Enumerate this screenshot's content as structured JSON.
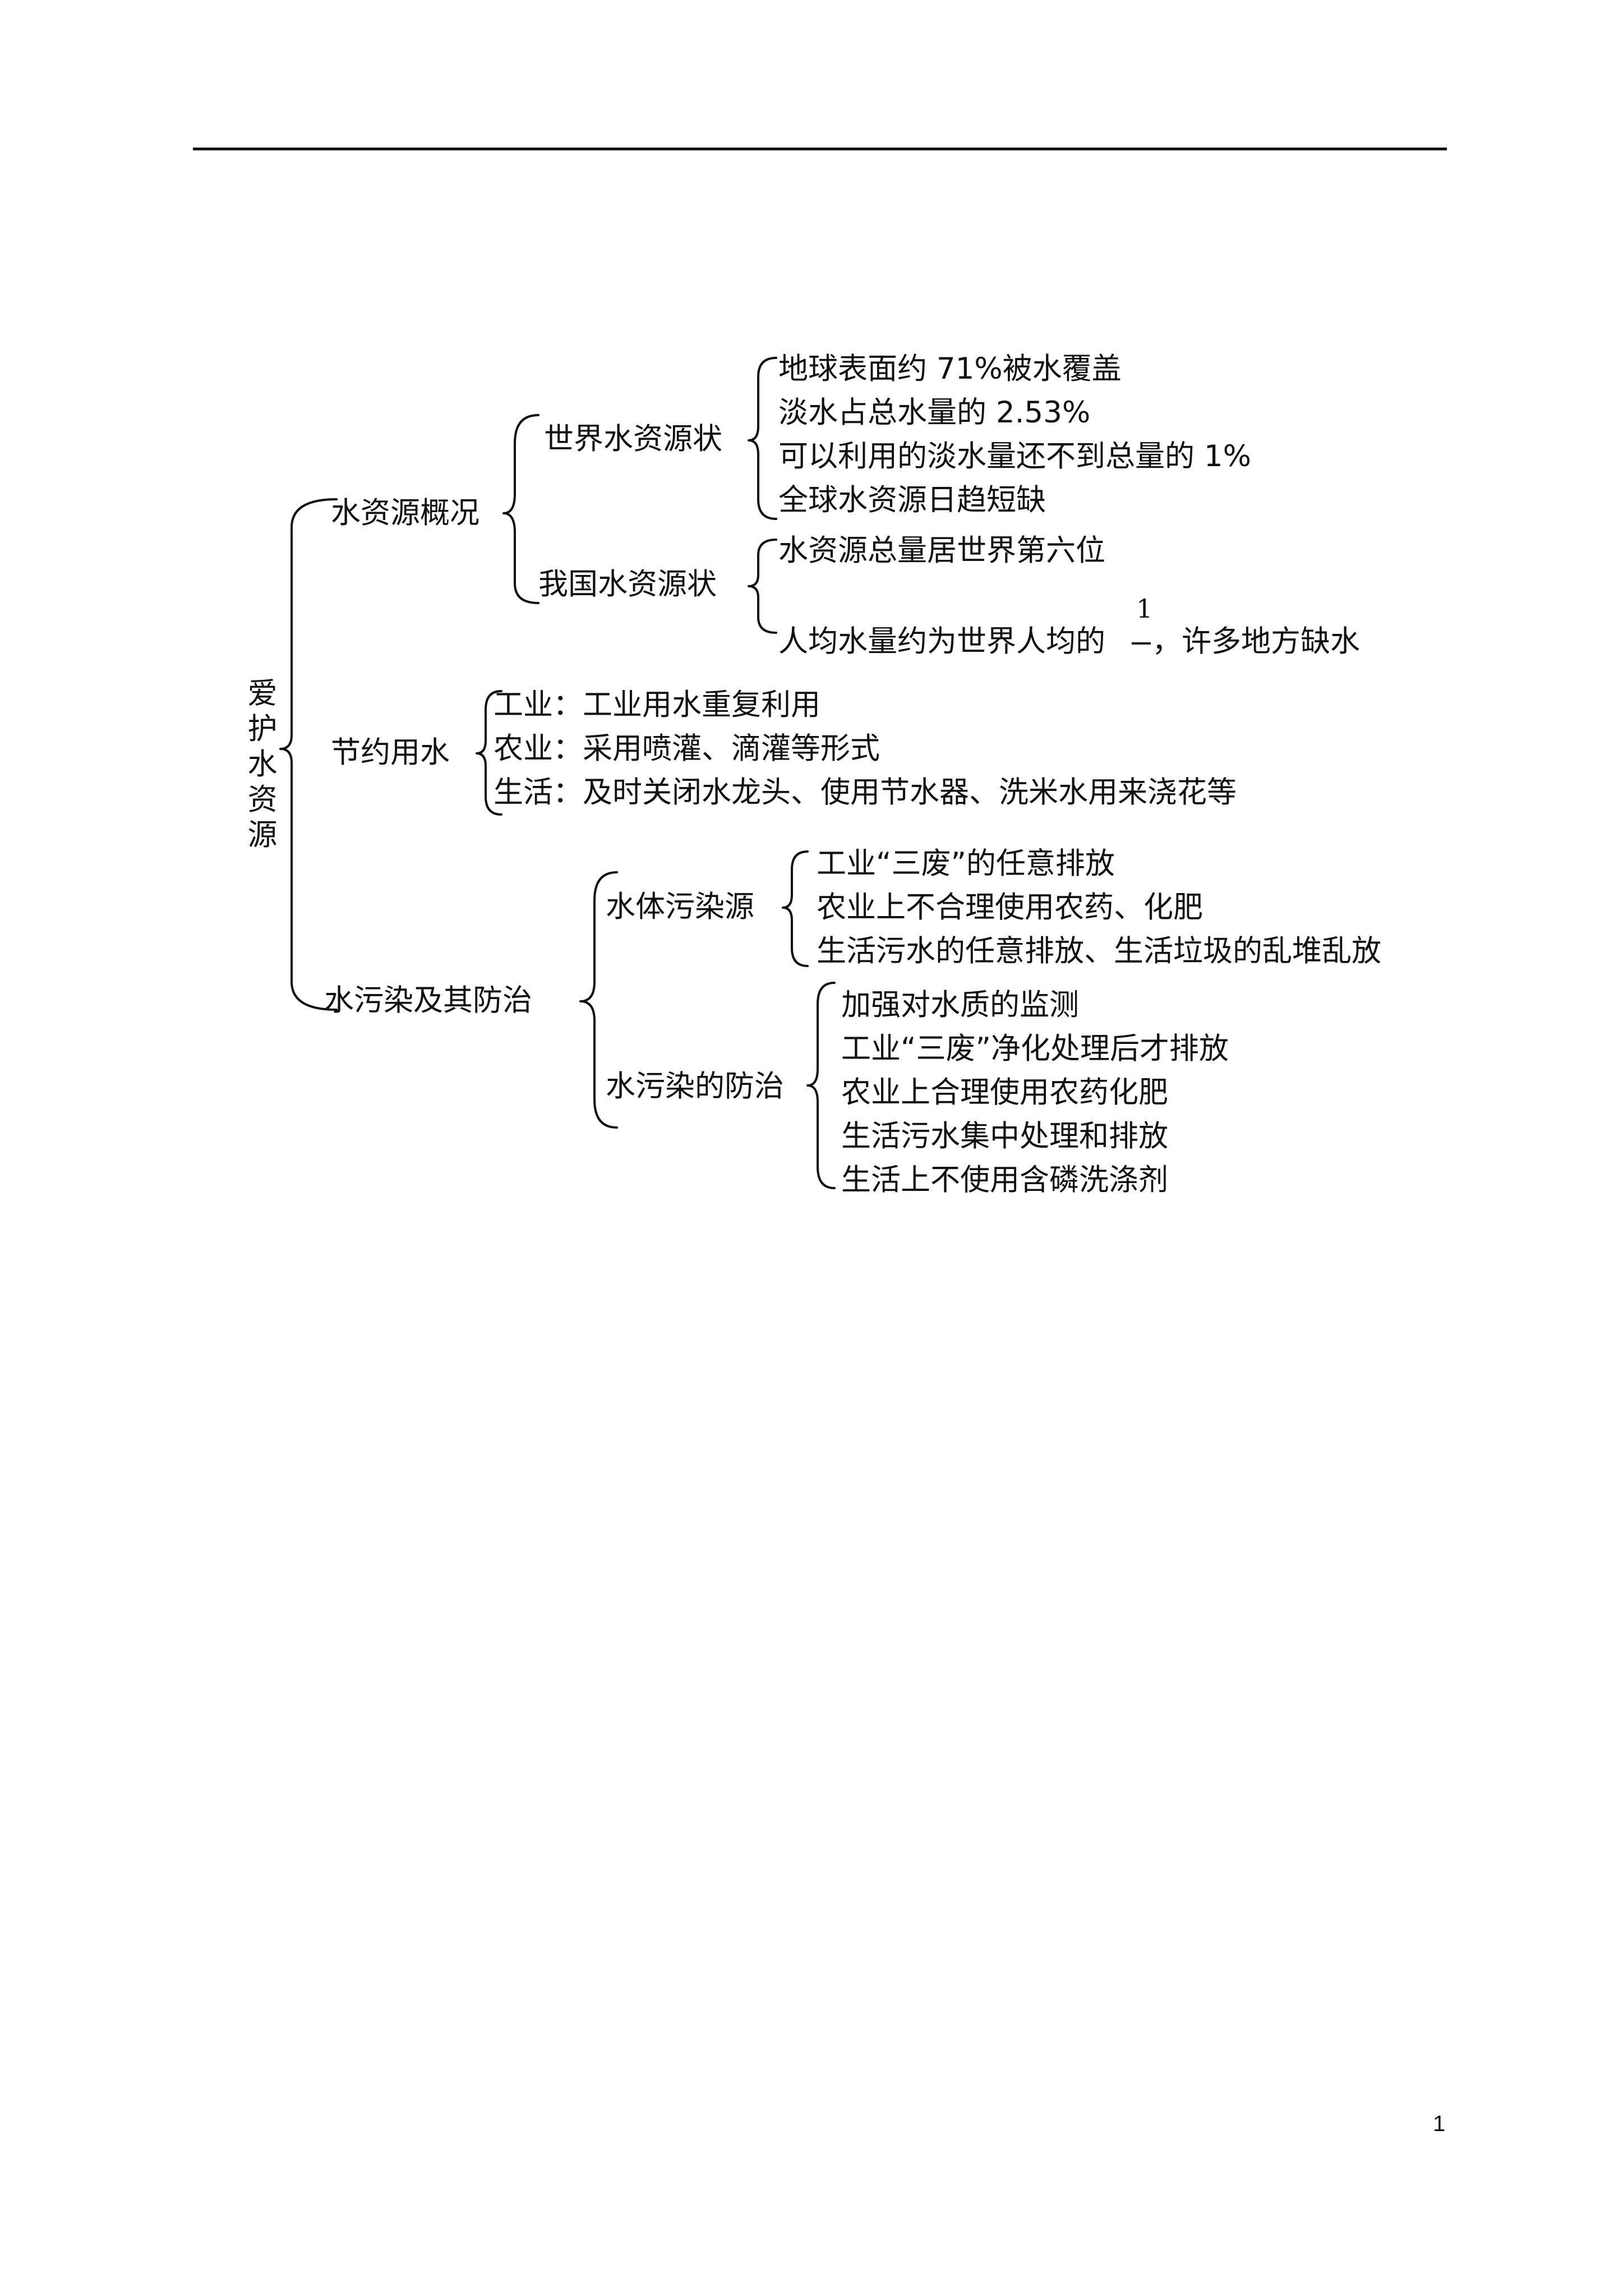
{
  "root": "爱护水资源",
  "sections": {
    "overview": {
      "label": "水资源概况",
      "world": {
        "label": "世界水资源状",
        "items": [
          "地球表面约 71%被水覆盖",
          "淡水占总水量的 2.53%",
          "可以利用的淡水量还不到总量的 1%",
          "全球水资源日趋短缺"
        ]
      },
      "china": {
        "label": "我国水资源状",
        "items": [
          "水资源总量居世界第六位"
        ],
        "per_capita_before": "人均水量约为世界人均的",
        "fraction_numerator": "1",
        "per_capita_after": "，许多地方缺水"
      }
    },
    "saving": {
      "label": "节约用水",
      "items": [
        "工业：工业用水重复利用",
        "农业：采用喷灌、滴灌等形式",
        "生活：及时关闭水龙头、使用节水器、洗米水用来浇花等"
      ]
    },
    "pollution": {
      "label": "水污染及其防治",
      "sources": {
        "label": "水体污染源",
        "items": [
          "工业“三废”的任意排放",
          "农业上不合理使用农药、化肥",
          "生活污水的任意排放、生活垃圾的乱堆乱放"
        ]
      },
      "prevention": {
        "label": "水污染的防治",
        "items": [
          "加强对水质的监测",
          "工业“三废”净化处理后才排放",
          "农业上合理使用农药化肥",
          "生活污水集中处理和排放",
          "生活上不使用含磷洗涤剂"
        ]
      }
    }
  },
  "page_number": "1"
}
